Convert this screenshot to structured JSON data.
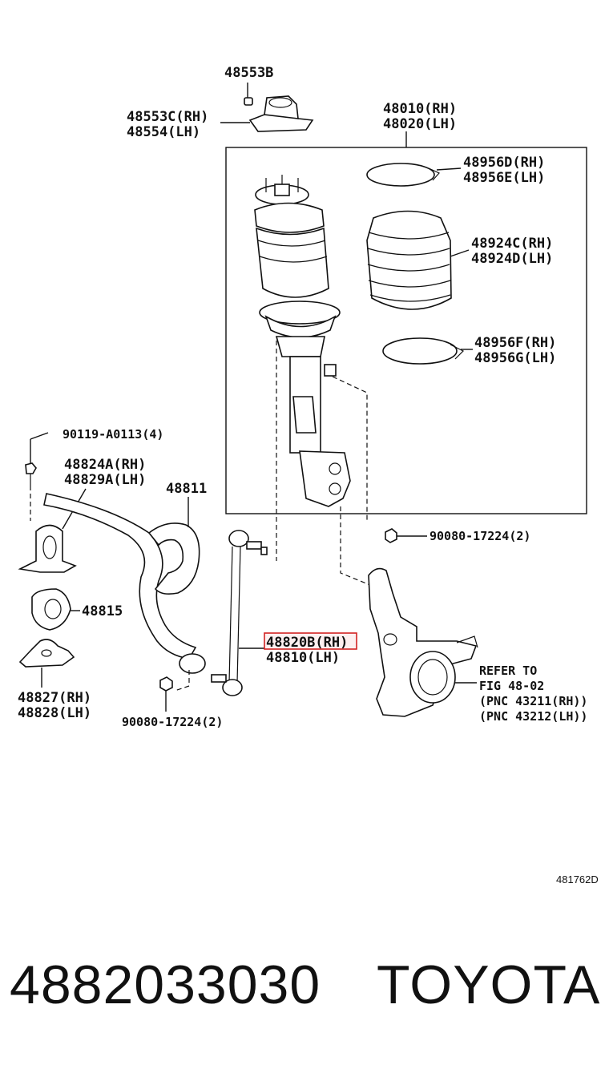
{
  "labels": {
    "p48553B": "48553B",
    "p48553C": "48553C(RH)",
    "p48554": "48554(LH)",
    "p48010": "48010(RH)",
    "p48020": "48020(LH)",
    "p48956D": "48956D(RH)",
    "p48956E": "48956E(LH)",
    "p48924C": "48924C(RH)",
    "p48924D": "48924D(LH)",
    "p48956F": "48956F(RH)",
    "p48956G": "48956G(LH)",
    "p90119": "90119-A0113(4)",
    "p48824A": "48824A(RH)",
    "p48829A": "48829A(LH)",
    "p48811": "48811",
    "p90080a": "90080-17224(2)",
    "p48815": "48815",
    "p48820B": "48820B(RH)",
    "p48810": "48810(LH)",
    "p48827": "48827(RH)",
    "p48828": "48828(LH)",
    "p90080b": "90080-17224(2)",
    "refer1": "REFER TO",
    "refer2": "FIG 48-02",
    "refer3": "(PNC 43211(RH))",
    "refer4": "(PNC 43212(LH))"
  },
  "highlight_color": "#d22222",
  "figure_code": "481762D",
  "footer": {
    "part_number": "4882033030",
    "brand": "TOYOTA"
  }
}
